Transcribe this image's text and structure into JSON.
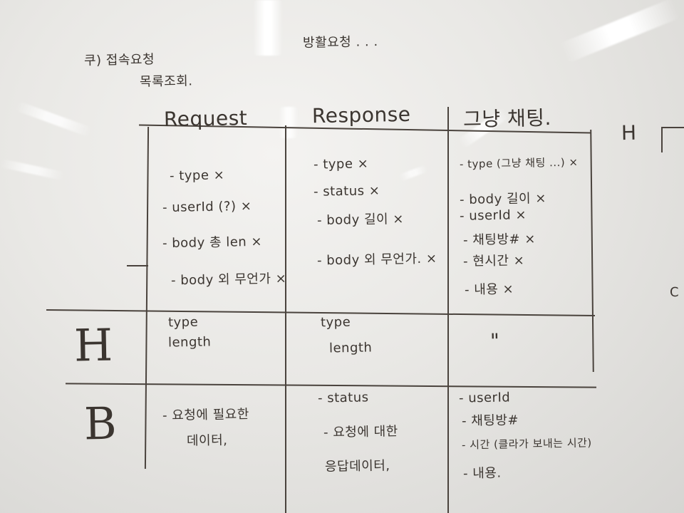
{
  "header": {
    "left_line1": "쿠)  접속요청",
    "left_line2": "목록조회.",
    "top_right": "방활요청 . . ."
  },
  "columns": {
    "request": "Request",
    "response": "Response",
    "chat": "그냥 채팅."
  },
  "rows": {
    "header_marker": "H",
    "body_marker": "B"
  },
  "request_items": [
    "- type  ×",
    "- userId (?) ×",
    "- body 총 len ×",
    "- body 외 무언가 ×"
  ],
  "response_items": [
    "- type  ×",
    "- status  ×",
    "- body 길이 ×",
    "- body 외 무언가. ×"
  ],
  "chat_items": [
    "- type (그냥 채팅 ...)  ×",
    "- body 길이  ×",
    "- userId  ×",
    "- 채팅방#  ×",
    "- 현시간  ×",
    "- 내용  ×"
  ],
  "header_cells": {
    "request": [
      "type",
      "length"
    ],
    "response": [
      "type",
      "length"
    ],
    "chat": "\""
  },
  "body_cells": {
    "request": [
      "- 요청에 필요한",
      "데이터,"
    ],
    "response": [
      "- status",
      "- 요청에 대한",
      "응답데이터,"
    ],
    "chat": [
      "- userId",
      "- 채팅방#",
      "- 시간 (클라가 보내는 시간)",
      "- 내용."
    ]
  },
  "right_edge": {
    "h_marker": "H",
    "c_mark": "C"
  }
}
